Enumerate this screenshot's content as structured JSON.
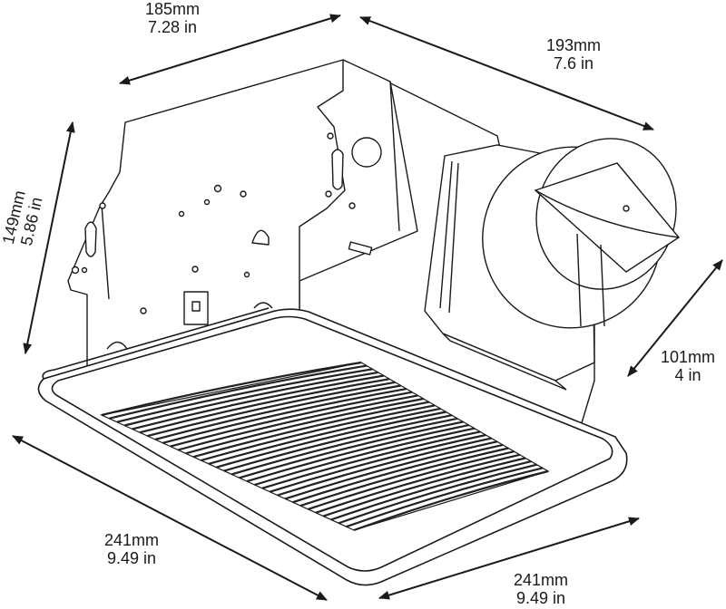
{
  "dimensions": {
    "top_left": {
      "mm": "185mm",
      "in": "7.28 in"
    },
    "top_right": {
      "mm": "193mm",
      "in": "7.6 in"
    },
    "left_height": {
      "mm": "149mm",
      "in": "5.86 in"
    },
    "right_duct": {
      "mm": "101mm",
      "in": "4 in"
    },
    "bottom_left": {
      "mm": "241mm",
      "in": "9.49 in"
    },
    "bottom_right": {
      "mm": "241mm",
      "in": "9.49 in"
    }
  },
  "colors": {
    "line": "#1a1a1a",
    "grille": "#222222",
    "background": "#ffffff"
  }
}
